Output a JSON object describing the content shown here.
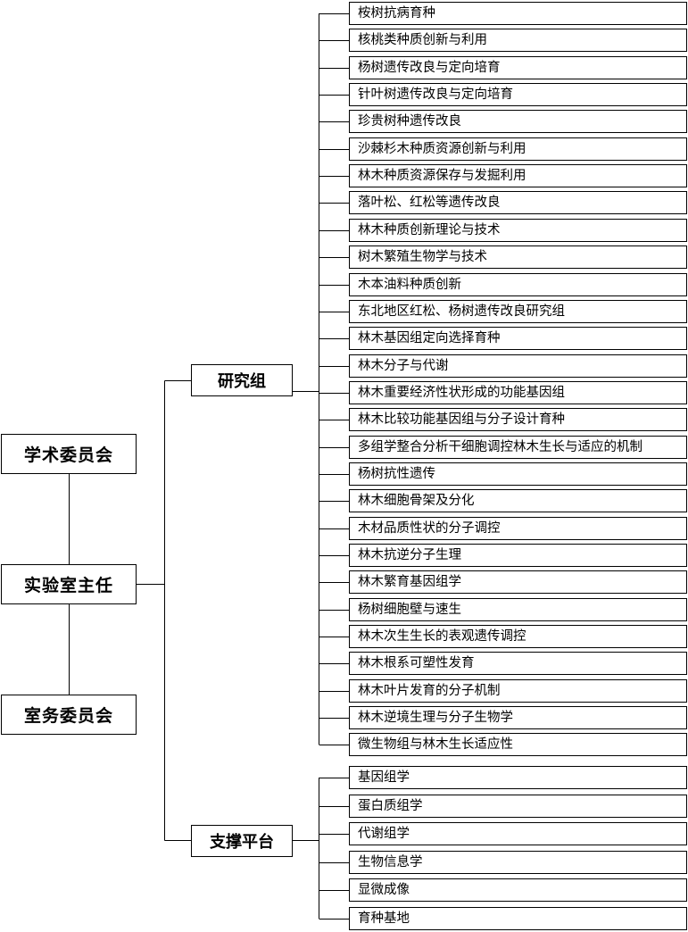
{
  "left_boxes": {
    "academic": "学术委员会",
    "director": "实验室主任",
    "affairs": "室务委员会"
  },
  "research": {
    "label": "研究组",
    "items": [
      "桉树抗病育种",
      "核桃类种质创新与利用",
      "杨树遗传改良与定向培育",
      "针叶树遗传改良与定向培育",
      "珍贵树种遗传改良",
      "沙棘杉木种质资源创新与利用",
      "林木种质资源保存与发掘利用",
      "落叶松、红松等遗传改良",
      "林木种质创新理论与技术",
      "树木繁殖生物学与技术",
      "木本油料种质创新",
      "东北地区红松、杨树遗传改良研究组",
      "林木基因组定向选择育种",
      "林木分子与代谢",
      "林木重要经济性状形成的功能基因组",
      "林木比较功能基因组与分子设计育种",
      "多组学整合分析干细胞调控林木生长与适应的机制",
      "杨树抗性遗传",
      "林木细胞骨架及分化",
      "木材品质性状的分子调控",
      "林木抗逆分子生理",
      "林木繁育基因组学",
      "杨树细胞壁与速生",
      "林木次生生长的表观遗传调控",
      "林木根系可塑性发育",
      "林木叶片发育的分子机制",
      "林木逆境生理与分子生物学",
      "微生物组与林木生长适应性"
    ]
  },
  "platform": {
    "label": "支撑平台",
    "items": [
      "基因组学",
      "蛋白质组学",
      "代谢组学",
      "生物信息学",
      "显微成像",
      "育种基地"
    ]
  }
}
